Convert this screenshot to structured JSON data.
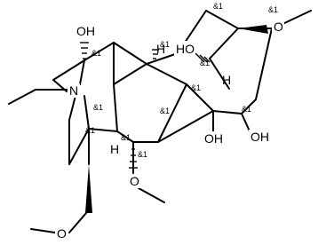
{
  "molecule": {
    "atom_labels": {
      "oh_top_left": "OH",
      "ho_upper_middle": "HO",
      "h_upper_middle": "H",
      "h_top_bridge": "H",
      "n_nitrogen": "N",
      "oh_ring_junction": "OH",
      "oh_right": "OH",
      "h_lower_left": "H",
      "o_methoxy_right": "O",
      "o_methoxy_lower": "O",
      "o_methoxy_bottom": "O"
    },
    "stereo_label": "&1"
  }
}
